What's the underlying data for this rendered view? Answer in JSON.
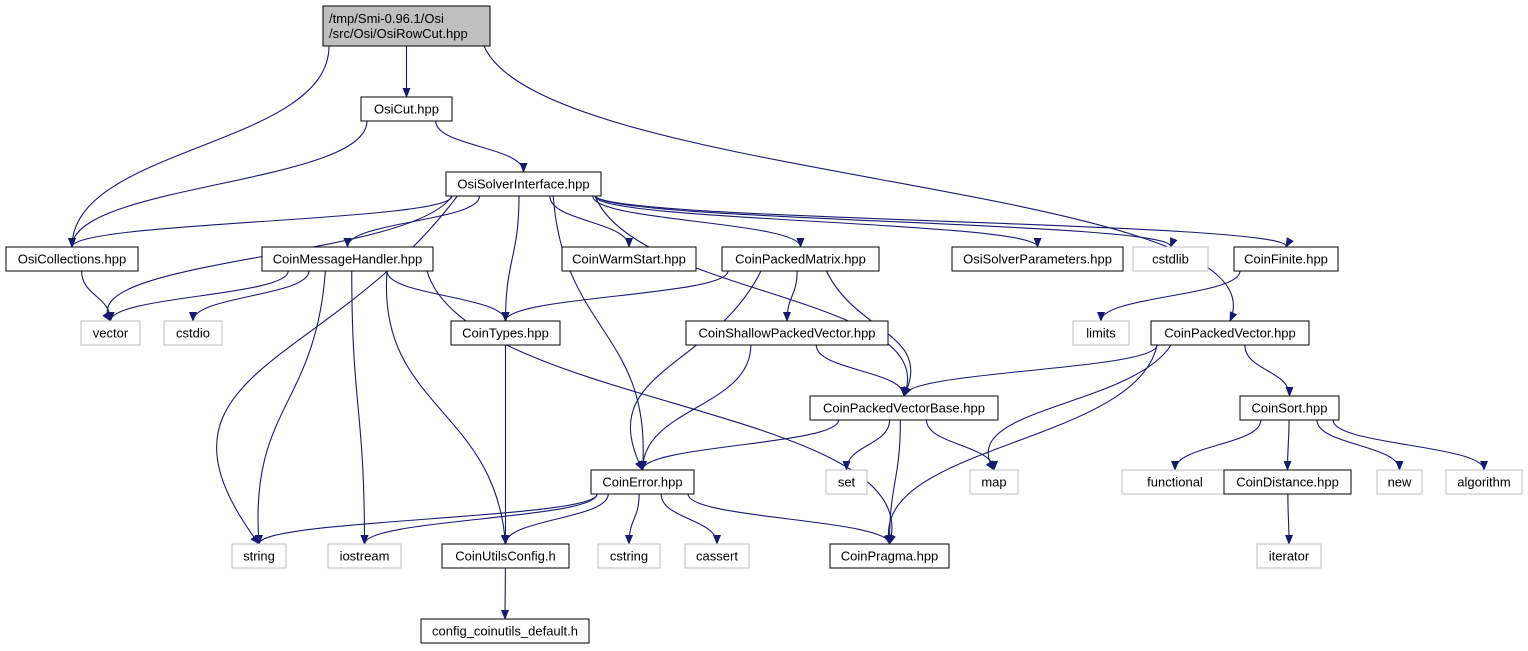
{
  "diagram": {
    "nodes": [
      {
        "id": "root",
        "kind": "root",
        "lines": [
          "/tmp/Smi-0.96.1/Osi",
          "/src/Osi/OsiRowCut.hpp"
        ]
      },
      {
        "id": "osicut",
        "kind": "file",
        "lines": [
          "OsiCut.hpp"
        ]
      },
      {
        "id": "osisolver",
        "kind": "file",
        "lines": [
          "OsiSolverInterface.hpp"
        ]
      },
      {
        "id": "osicoll",
        "kind": "file",
        "lines": [
          "OsiCollections.hpp"
        ]
      },
      {
        "id": "coinmsg",
        "kind": "file",
        "lines": [
          "CoinMessageHandler.hpp"
        ]
      },
      {
        "id": "coinwarm",
        "kind": "file",
        "lines": [
          "CoinWarmStart.hpp"
        ]
      },
      {
        "id": "coinpm",
        "kind": "file",
        "lines": [
          "CoinPackedMatrix.hpp"
        ]
      },
      {
        "id": "osiparams",
        "kind": "file",
        "lines": [
          "OsiSolverParameters.hpp"
        ]
      },
      {
        "id": "cstdlib",
        "kind": "external",
        "lines": [
          "cstdlib"
        ]
      },
      {
        "id": "coinfinite",
        "kind": "file",
        "lines": [
          "CoinFinite.hpp"
        ]
      },
      {
        "id": "vector",
        "kind": "external",
        "lines": [
          "vector"
        ]
      },
      {
        "id": "cstdio",
        "kind": "external",
        "lines": [
          "cstdio"
        ]
      },
      {
        "id": "cointypes",
        "kind": "file",
        "lines": [
          "CoinTypes.hpp"
        ]
      },
      {
        "id": "coinshallow",
        "kind": "file",
        "lines": [
          "CoinShallowPackedVector.hpp"
        ]
      },
      {
        "id": "limits",
        "kind": "external",
        "lines": [
          "limits"
        ]
      },
      {
        "id": "coinpv",
        "kind": "file",
        "lines": [
          "CoinPackedVector.hpp"
        ]
      },
      {
        "id": "coinpvb",
        "kind": "file",
        "lines": [
          "CoinPackedVectorBase.hpp"
        ]
      },
      {
        "id": "coinsort",
        "kind": "file",
        "lines": [
          "CoinSort.hpp"
        ]
      },
      {
        "id": "coinerror",
        "kind": "file",
        "lines": [
          "CoinError.hpp"
        ]
      },
      {
        "id": "set",
        "kind": "external",
        "lines": [
          "set"
        ]
      },
      {
        "id": "map",
        "kind": "external",
        "lines": [
          "map"
        ]
      },
      {
        "id": "functional",
        "kind": "external",
        "lines": [
          "functional"
        ]
      },
      {
        "id": "coindistance",
        "kind": "file",
        "lines": [
          "CoinDistance.hpp"
        ]
      },
      {
        "id": "new",
        "kind": "external",
        "lines": [
          "new"
        ]
      },
      {
        "id": "algorithm",
        "kind": "external",
        "lines": [
          "algorithm"
        ]
      },
      {
        "id": "string",
        "kind": "external",
        "lines": [
          "string"
        ]
      },
      {
        "id": "iostream",
        "kind": "external",
        "lines": [
          "iostream"
        ]
      },
      {
        "id": "coinutilsconfig",
        "kind": "file",
        "lines": [
          "CoinUtilsConfig.h"
        ]
      },
      {
        "id": "cstring",
        "kind": "external",
        "lines": [
          "cstring"
        ]
      },
      {
        "id": "cassert",
        "kind": "external",
        "lines": [
          "cassert"
        ]
      },
      {
        "id": "coinpragma",
        "kind": "file",
        "lines": [
          "CoinPragma.hpp"
        ]
      },
      {
        "id": "iterator",
        "kind": "external",
        "lines": [
          "iterator"
        ]
      },
      {
        "id": "configdefault",
        "kind": "file",
        "lines": [
          "config_coinutils_default.h"
        ]
      }
    ],
    "edges": [
      [
        "root",
        "osicut"
      ],
      [
        "root",
        "osicoll"
      ],
      [
        "root",
        "coinpv"
      ],
      [
        "osicut",
        "osicoll"
      ],
      [
        "osicut",
        "osisolver"
      ],
      [
        "osisolver",
        "osicoll"
      ],
      [
        "osisolver",
        "coinmsg"
      ],
      [
        "osisolver",
        "coinwarm"
      ],
      [
        "osisolver",
        "coinpm"
      ],
      [
        "osisolver",
        "osiparams"
      ],
      [
        "osisolver",
        "cstdlib"
      ],
      [
        "osisolver",
        "coinfinite"
      ],
      [
        "osisolver",
        "vector"
      ],
      [
        "osisolver",
        "string"
      ],
      [
        "osisolver",
        "cointypes"
      ],
      [
        "osisolver",
        "coinerror"
      ],
      [
        "osisolver",
        "coinpvb"
      ],
      [
        "osicoll",
        "vector"
      ],
      [
        "coinmsg",
        "vector"
      ],
      [
        "coinmsg",
        "cstdio"
      ],
      [
        "coinmsg",
        "cointypes"
      ],
      [
        "coinmsg",
        "string"
      ],
      [
        "coinmsg",
        "iostream"
      ],
      [
        "coinmsg",
        "coinutilsconfig"
      ],
      [
        "coinmsg",
        "coinpragma"
      ],
      [
        "coinpm",
        "cointypes"
      ],
      [
        "coinpm",
        "coinshallow"
      ],
      [
        "coinpm",
        "coinpvb"
      ],
      [
        "coinpm",
        "coinerror"
      ],
      [
        "coinfinite",
        "limits"
      ],
      [
        "cointypes",
        "coinutilsconfig"
      ],
      [
        "coinshallow",
        "coinpvb"
      ],
      [
        "coinshallow",
        "coinerror"
      ],
      [
        "coinpv",
        "coinpvb"
      ],
      [
        "coinpv",
        "map"
      ],
      [
        "coinpv",
        "coinsort"
      ],
      [
        "coinpv",
        "coinpragma"
      ],
      [
        "coinpvb",
        "coinerror"
      ],
      [
        "coinpvb",
        "set"
      ],
      [
        "coinpvb",
        "map"
      ],
      [
        "coinpvb",
        "coinpragma"
      ],
      [
        "coinsort",
        "functional"
      ],
      [
        "coinsort",
        "coindistance"
      ],
      [
        "coinsort",
        "new"
      ],
      [
        "coinsort",
        "algorithm"
      ],
      [
        "coindistance",
        "iterator"
      ],
      [
        "coinerror",
        "string"
      ],
      [
        "coinerror",
        "iostream"
      ],
      [
        "coinerror",
        "coinutilsconfig"
      ],
      [
        "coinerror",
        "cstring"
      ],
      [
        "coinerror",
        "cassert"
      ],
      [
        "coinerror",
        "coinpragma"
      ],
      [
        "coinutilsconfig",
        "configdefault"
      ]
    ]
  }
}
